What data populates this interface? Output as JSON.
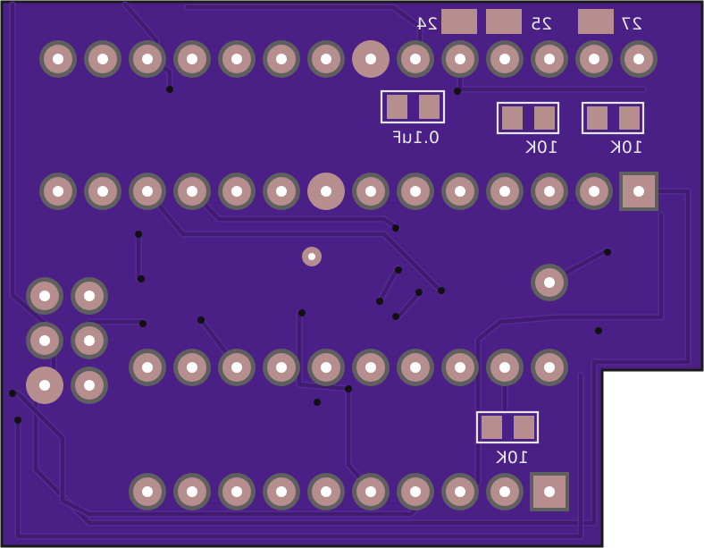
{
  "board": {
    "copper_color": "#4a1f86",
    "background_color": "#ffffff",
    "pad_color": "#b78e8e",
    "ring_color": "#5f5f5f",
    "silk_color": "#e6e6e6"
  },
  "labels": {
    "pin_24": "24",
    "pin_25": "25",
    "pin_27": "27",
    "cap_top": "0.1uF",
    "res_a": "10K",
    "res_b": "10K",
    "res_bottom": "10K"
  }
}
